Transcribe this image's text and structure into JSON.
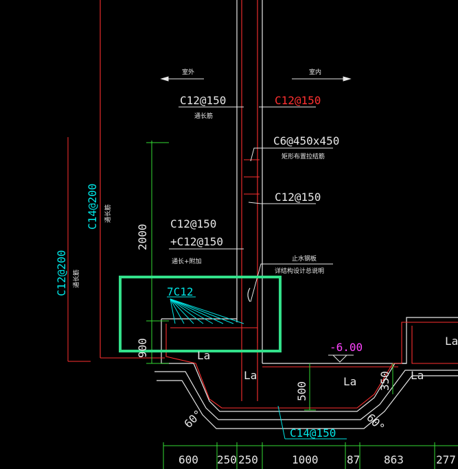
{
  "labels": {
    "outdoor": "室外",
    "indoor": "室内",
    "outer_rebar": "C12@150",
    "outer_rebar_note": "通长筋",
    "inner_rebar": "C12@150",
    "tie_rebar": "C6@450x450",
    "tie_rebar_note": "矩形布置拉结筋",
    "inner_rebar_2": "C12@150",
    "added_rebar_1": "C12@150",
    "added_rebar_2": "+C12@150",
    "added_rebar_note": "通长+附加",
    "waterstop": "止水钢板",
    "waterstop_note": "详结构设计总说明",
    "bottom_bars": "7C12",
    "vertical_1": "C14@200",
    "vertical_1_note": "通长筋",
    "vertical_2": "C12@200",
    "vertical_2_note": "通长筋",
    "dim_2000": "2000",
    "dim_900": "900",
    "dim_500": "500",
    "dim_350": "350",
    "la_1": "La",
    "la_2": "La",
    "la_3": "La",
    "la_4": "La",
    "la_5": "La",
    "elevation": "-6.00",
    "angle_1": "60°",
    "angle_2": "60°",
    "bottom_rebar": "C14@150",
    "dims_bottom": [
      "600",
      "250",
      "250",
      "1000",
      "87",
      "863",
      "277"
    ]
  },
  "colors": {
    "background": "#000000",
    "line_white": "#e8e8e8",
    "line_red": "#ff3030",
    "line_cyan": "#00e5e5",
    "line_green": "#33dd33",
    "line_magenta": "#ff44ff",
    "highlight_box": "#33e08a"
  }
}
